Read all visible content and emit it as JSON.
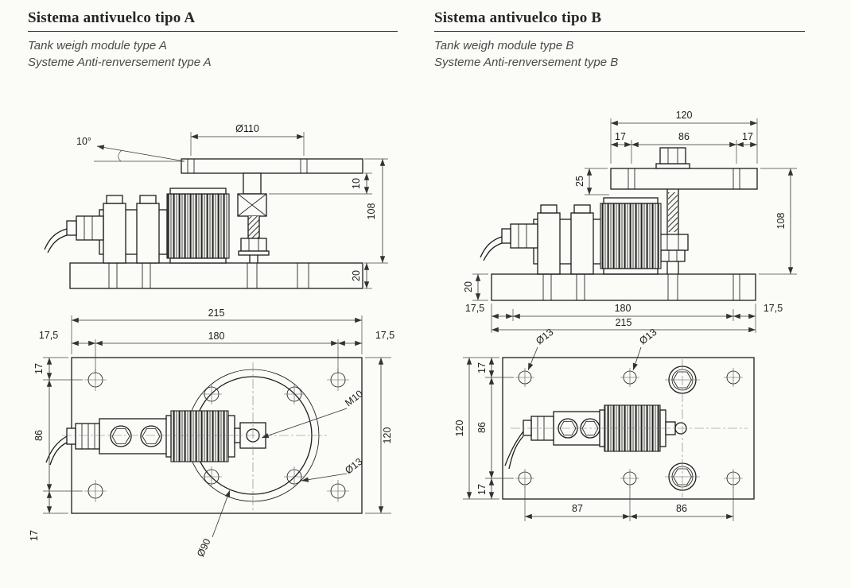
{
  "page": {
    "bg": "#fbfbf8"
  },
  "header_a": {
    "title": "Sistema antivuelco tipo A",
    "subtitle_en": "Tank weigh module type A",
    "subtitle_fr": "Systeme Anti-renversement type A"
  },
  "header_b": {
    "title": "Sistema antivuelco tipo B",
    "subtitle_en": "Tank weigh module type B",
    "subtitle_fr": "Systeme Anti-renversement type B"
  },
  "a_side": {
    "dia_top_plate": "Ø110",
    "tilt_angle": "10°",
    "dim_rocker": "10",
    "dim_height": "108",
    "dim_base_thickness": "20"
  },
  "a_plan": {
    "dim_width_total": "215",
    "dim_edge_left": "17,5",
    "dim_hole_span_x": "180",
    "dim_edge_right": "17,5",
    "dim_edge_top": "17",
    "dim_hole_span_y": "86",
    "dim_edge_bottom": "17",
    "dim_height_total": "120",
    "label_thread": "M10",
    "label_hole": "Ø13",
    "label_bolt_circle": "Ø90"
  },
  "b_side": {
    "dim_top_plate_width": "120",
    "dim_top_edge_left": "17",
    "dim_top_hole_span": "86",
    "dim_top_edge_right": "17",
    "dim_clamp_height": "25",
    "dim_height": "108",
    "dim_base_thickness": "20",
    "dim_base_edge_left": "17,5",
    "dim_base_hole_span": "180",
    "dim_base_edge_right": "17,5",
    "dim_width_total": "215"
  },
  "b_plan": {
    "label_hole_left": "Ø13",
    "label_hole_mid": "Ø13",
    "dim_edge_top": "17",
    "dim_hole_span_y": "86",
    "dim_edge_bottom": "17",
    "dim_height_total": "120",
    "dim_span_left": "87",
    "dim_span_right": "86"
  }
}
